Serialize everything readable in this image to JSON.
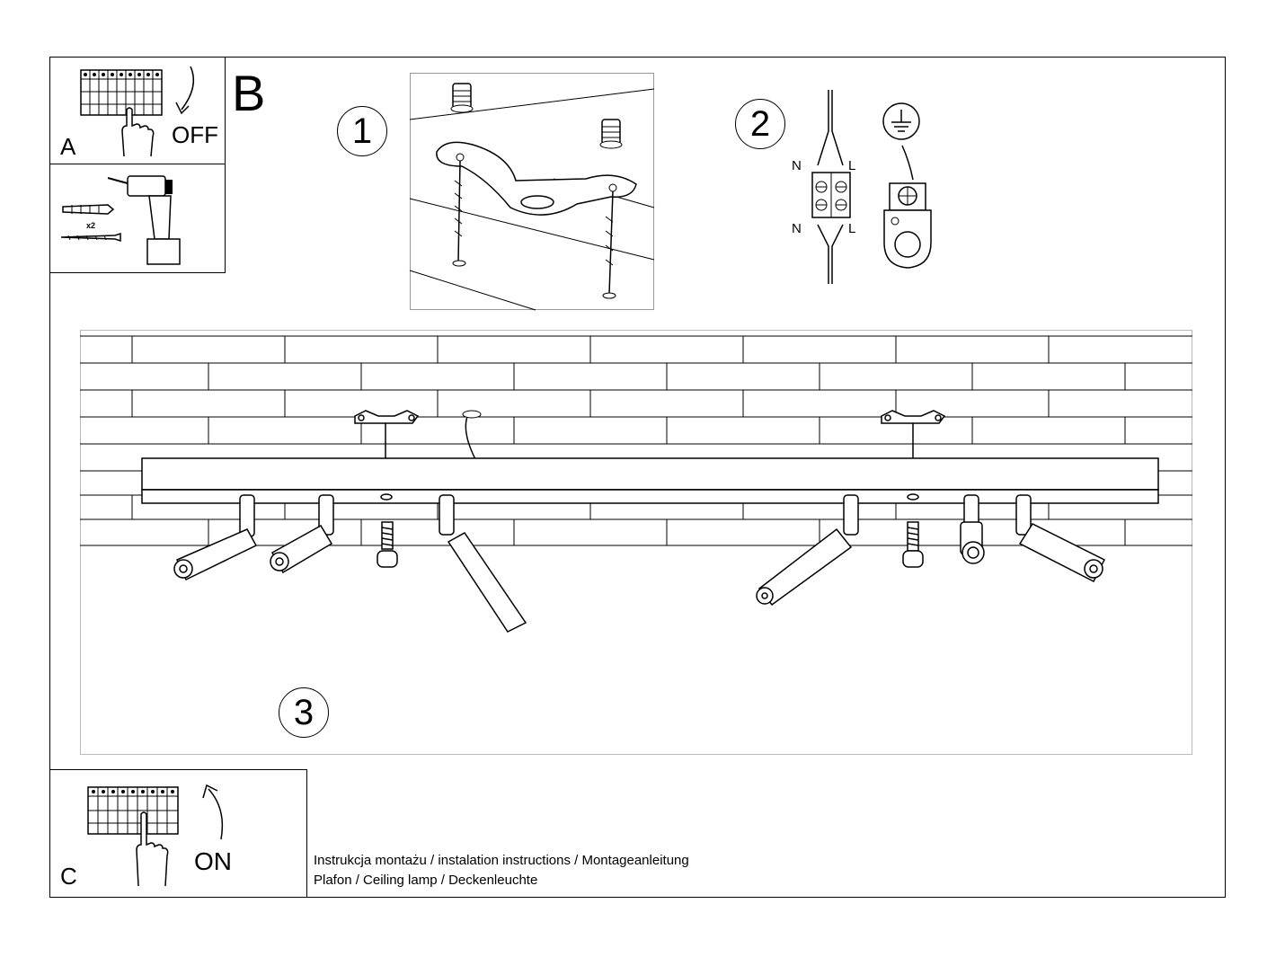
{
  "sections": {
    "a": {
      "letter": "A",
      "switch_label": "OFF"
    },
    "drill": {
      "count_label": "x2"
    },
    "b": {
      "letter": "B"
    },
    "c": {
      "letter": "C",
      "switch_label": "ON"
    }
  },
  "steps": [
    {
      "number": "1"
    },
    {
      "number": "2",
      "wire_labels": {
        "n": "N",
        "l": "L"
      }
    },
    {
      "number": "3"
    }
  ],
  "captions": {
    "line1": "Instrukcja montażu / instalation instructions / Montageanleitung",
    "line2": "Plafon / Ceiling lamp / Deckenleuchte"
  },
  "icons": [
    "breaker-panel-icon",
    "hand-icon",
    "switch-arrow-icon",
    "drill-icon",
    "wall-plug-icon",
    "screw-icon",
    "mounting-bracket-icon",
    "terminal-block-icon",
    "ground-symbol-icon",
    "ground-terminal-icon",
    "spotlight-icon"
  ]
}
